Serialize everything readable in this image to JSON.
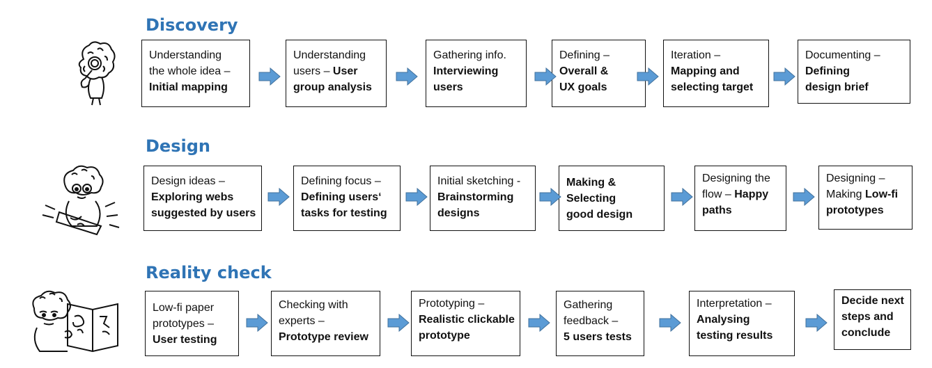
{
  "rows": [
    {
      "title": "Discovery",
      "steps": [
        {
          "lines": [
            [
              "Understanding",
              ""
            ],
            [
              "the whole idea –",
              ""
            ],
            [
              "",
              "Initial mapping"
            ]
          ]
        },
        {
          "lines": [
            [
              "Understanding",
              ""
            ],
            [
              "users – ",
              "User"
            ],
            [
              "",
              "group analysis"
            ]
          ]
        },
        {
          "lines": [
            [
              "Gathering info.",
              ""
            ],
            [
              "",
              "Interviewing"
            ],
            [
              "",
              "users"
            ]
          ]
        },
        {
          "lines": [
            [
              "Defining –",
              ""
            ],
            [
              "",
              "Overall &"
            ],
            [
              "",
              "UX goals"
            ]
          ]
        },
        {
          "lines": [
            [
              "Iteration –",
              ""
            ],
            [
              "",
              "Mapping and"
            ],
            [
              "",
              "selecting target"
            ]
          ]
        },
        {
          "lines": [
            [
              "Documenting –",
              ""
            ],
            [
              "",
              "Defining"
            ],
            [
              "",
              "design brief"
            ]
          ]
        }
      ]
    },
    {
      "title": "Design",
      "steps": [
        {
          "lines": [
            [
              "Design ideas –",
              ""
            ],
            [
              "",
              "Exploring webs"
            ],
            [
              "",
              "suggested by users"
            ]
          ]
        },
        {
          "lines": [
            [
              "Defining focus –",
              ""
            ],
            [
              "",
              "Defining users‘"
            ],
            [
              "",
              "tasks for testing"
            ]
          ]
        },
        {
          "lines": [
            [
              "Initial sketching -",
              ""
            ],
            [
              "",
              "Brainstorming"
            ],
            [
              "",
              "designs"
            ]
          ]
        },
        {
          "lines": [
            [
              "",
              "Making &"
            ],
            [
              "",
              "Selecting"
            ],
            [
              "",
              "good design"
            ]
          ]
        },
        {
          "lines": [
            [
              "Designing the",
              ""
            ],
            [
              "flow – ",
              "Happy"
            ],
            [
              "",
              "paths"
            ]
          ]
        },
        {
          "lines": [
            [
              "Designing –",
              ""
            ],
            [
              "Making ",
              "Low-fi"
            ],
            [
              "",
              "prototypes"
            ]
          ]
        }
      ]
    },
    {
      "title": "Reality check",
      "steps": [
        {
          "lines": [
            [
              "Low-fi paper",
              ""
            ],
            [
              "prototypes –",
              ""
            ],
            [
              "",
              "User testing"
            ]
          ]
        },
        {
          "lines": [
            [
              "Checking with",
              ""
            ],
            [
              "experts –",
              ""
            ],
            [
              "",
              "Prototype review"
            ]
          ]
        },
        {
          "lines": [
            [
              "Prototyping –",
              ""
            ],
            [
              "",
              "Realistic clickable"
            ],
            [
              "",
              "prototype"
            ]
          ]
        },
        {
          "lines": [
            [
              "Gathering",
              ""
            ],
            [
              "feedback –",
              ""
            ],
            [
              "",
              "5 users tests"
            ]
          ]
        },
        {
          "lines": [
            [
              "Interpretation –",
              ""
            ],
            [
              "",
              "Analysing"
            ],
            [
              "",
              "testing results"
            ]
          ]
        },
        {
          "lines": [
            [
              "",
              "Decide next"
            ],
            [
              "",
              "steps and"
            ],
            [
              "",
              "conclude"
            ]
          ]
        }
      ]
    }
  ],
  "colors": {
    "title": "#2f74b5",
    "arrow": "#5b9bd5",
    "arrow_edge": "#41719c",
    "border": "#111111"
  },
  "icons": [
    "detective-figure-icon",
    "sketching-figure-icon",
    "reading-figure-icon"
  ]
}
